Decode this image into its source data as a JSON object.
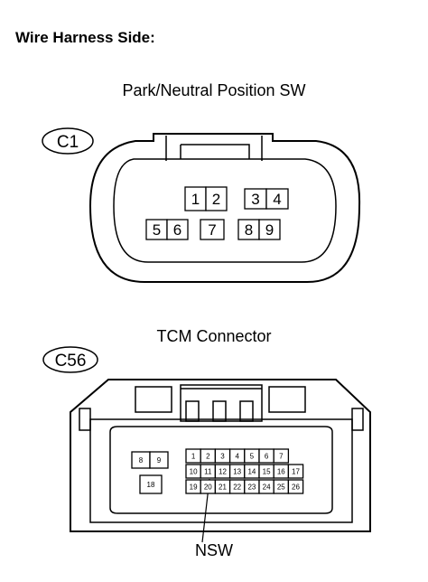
{
  "heading": "Wire Harness Side:",
  "connector1": {
    "title": "Park/Neutral Position SW",
    "code": "C1",
    "pins": [
      "1",
      "2",
      "3",
      "4",
      "5",
      "6",
      "7",
      "8",
      "9"
    ]
  },
  "connector2": {
    "title": "TCM Connector",
    "code": "C56",
    "left_pins": [
      "8",
      "9",
      "18"
    ],
    "row1": [
      "1",
      "2",
      "3",
      "4",
      "5",
      "6",
      "7"
    ],
    "row2": [
      "10",
      "11",
      "12",
      "13",
      "14",
      "15",
      "16",
      "17"
    ],
    "row3": [
      "19",
      "20",
      "21",
      "22",
      "23",
      "24",
      "25",
      "26"
    ],
    "lead_label": "NSW"
  }
}
